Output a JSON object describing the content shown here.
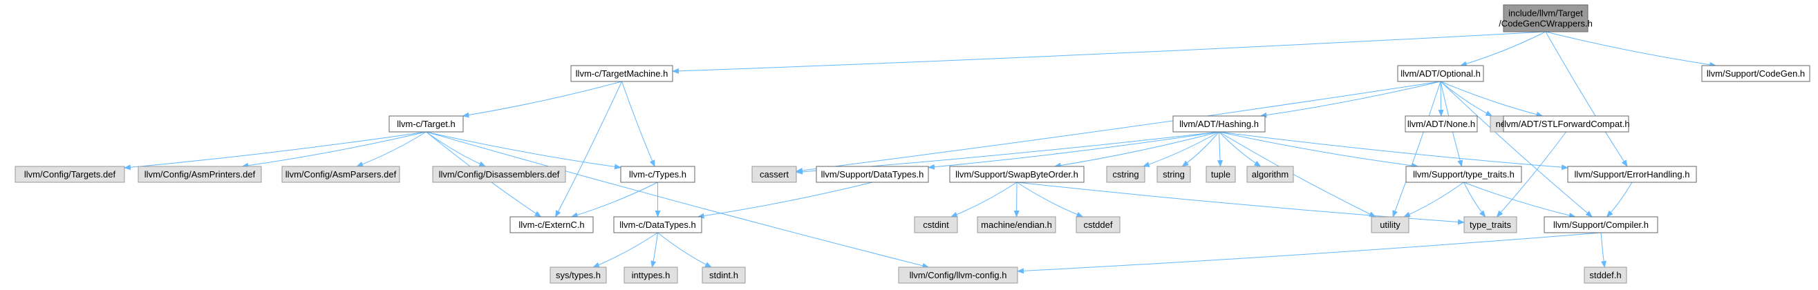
{
  "diagram": {
    "kind": "include-dependency-graph",
    "colors": {
      "root_fill": "#999999",
      "node_fill": "#ffffff",
      "node_border": "#666666",
      "leaf_fill": "#e0e0e0",
      "leaf_border": "#999999",
      "edge": "#63b8ff",
      "text": "#000000"
    },
    "nodes": [
      {
        "id": "root",
        "label": [
          "include/llvm/Target",
          "/CodeGenCWrappers.h"
        ],
        "kind": "root"
      },
      {
        "id": "tm",
        "label": [
          "llvm-c/TargetMachine.h"
        ],
        "kind": "header"
      },
      {
        "id": "opt",
        "label": [
          "llvm/ADT/Optional.h"
        ],
        "kind": "header"
      },
      {
        "id": "codegen",
        "label": [
          "llvm/Support/CodeGen.h"
        ],
        "kind": "header"
      },
      {
        "id": "target",
        "label": [
          "llvm-c/Target.h"
        ],
        "kind": "header"
      },
      {
        "id": "hashing",
        "label": [
          "llvm/ADT/Hashing.h"
        ],
        "kind": "header"
      },
      {
        "id": "none",
        "label": [
          "llvm/ADT/None.h"
        ],
        "kind": "header"
      },
      {
        "id": "new",
        "label": [
          "new"
        ],
        "kind": "system"
      },
      {
        "id": "stlfwd",
        "label": [
          "llvm/ADT/STLForwardCompat.h"
        ],
        "kind": "header"
      },
      {
        "id": "targetsdef",
        "label": [
          "llvm/Config/Targets.def"
        ],
        "kind": "system"
      },
      {
        "id": "asmprinters",
        "label": [
          "llvm/Config/AsmPrinters.def"
        ],
        "kind": "system"
      },
      {
        "id": "asmparsers",
        "label": [
          "llvm/Config/AsmParsers.def"
        ],
        "kind": "system"
      },
      {
        "id": "disasm",
        "label": [
          "llvm/Config/Disassemblers.def"
        ],
        "kind": "system"
      },
      {
        "id": "types",
        "label": [
          "llvm-c/Types.h"
        ],
        "kind": "header"
      },
      {
        "id": "cassert",
        "label": [
          "cassert"
        ],
        "kind": "system"
      },
      {
        "id": "datatypes",
        "label": [
          "llvm/Support/DataTypes.h"
        ],
        "kind": "header"
      },
      {
        "id": "swap",
        "label": [
          "llvm/Support/SwapByteOrder.h"
        ],
        "kind": "header"
      },
      {
        "id": "cstring",
        "label": [
          "cstring"
        ],
        "kind": "system"
      },
      {
        "id": "string",
        "label": [
          "string"
        ],
        "kind": "system"
      },
      {
        "id": "tuple",
        "label": [
          "tuple"
        ],
        "kind": "system"
      },
      {
        "id": "algorithm",
        "label": [
          "algorithm"
        ],
        "kind": "system"
      },
      {
        "id": "typetraits",
        "label": [
          "llvm/Support/type_traits.h"
        ],
        "kind": "header"
      },
      {
        "id": "errorh",
        "label": [
          "llvm/Support/ErrorHandling.h"
        ],
        "kind": "header"
      },
      {
        "id": "externc",
        "label": [
          "llvm-c/ExternC.h"
        ],
        "kind": "header"
      },
      {
        "id": "cdatatypes",
        "label": [
          "llvm-c/DataTypes.h"
        ],
        "kind": "header"
      },
      {
        "id": "cstdint",
        "label": [
          "cstdint"
        ],
        "kind": "system"
      },
      {
        "id": "endian",
        "label": [
          "machine/endian.h"
        ],
        "kind": "system"
      },
      {
        "id": "cstddef",
        "label": [
          "cstddef"
        ],
        "kind": "system"
      },
      {
        "id": "utility",
        "label": [
          "utility"
        ],
        "kind": "system"
      },
      {
        "id": "stdtypetraits",
        "label": [
          "type_traits"
        ],
        "kind": "system"
      },
      {
        "id": "compiler",
        "label": [
          "llvm/Support/Compiler.h"
        ],
        "kind": "header"
      },
      {
        "id": "systypes",
        "label": [
          "sys/types.h"
        ],
        "kind": "system"
      },
      {
        "id": "inttypes",
        "label": [
          "inttypes.h"
        ],
        "kind": "system"
      },
      {
        "id": "stdint",
        "label": [
          "stdint.h"
        ],
        "kind": "system"
      },
      {
        "id": "llvmconfig",
        "label": [
          "llvm/Config/llvm-config.h"
        ],
        "kind": "system"
      },
      {
        "id": "stddef",
        "label": [
          "stddef.h"
        ],
        "kind": "system"
      }
    ],
    "edges": [
      {
        "from": "root",
        "to": "tm"
      },
      {
        "from": "root",
        "to": "opt"
      },
      {
        "from": "root",
        "to": "codegen"
      },
      {
        "from": "root",
        "to": "errorh"
      },
      {
        "from": "tm",
        "to": "target"
      },
      {
        "from": "tm",
        "to": "externc"
      },
      {
        "from": "tm",
        "to": "types"
      },
      {
        "from": "target",
        "to": "targetsdef"
      },
      {
        "from": "target",
        "to": "asmprinters"
      },
      {
        "from": "target",
        "to": "asmparsers"
      },
      {
        "from": "target",
        "to": "disasm"
      },
      {
        "from": "target",
        "to": "types"
      },
      {
        "from": "target",
        "to": "externc"
      },
      {
        "from": "target",
        "to": "llvmconfig"
      },
      {
        "from": "types",
        "to": "externc"
      },
      {
        "from": "types",
        "to": "cdatatypes"
      },
      {
        "from": "cdatatypes",
        "to": "systypes"
      },
      {
        "from": "cdatatypes",
        "to": "inttypes"
      },
      {
        "from": "cdatatypes",
        "to": "stdint"
      },
      {
        "from": "datatypes",
        "to": "cdatatypes"
      },
      {
        "from": "opt",
        "to": "hashing"
      },
      {
        "from": "opt",
        "to": "none"
      },
      {
        "from": "opt",
        "to": "new"
      },
      {
        "from": "opt",
        "to": "stlfwd"
      },
      {
        "from": "opt",
        "to": "cassert"
      },
      {
        "from": "opt",
        "to": "typetraits"
      },
      {
        "from": "opt",
        "to": "utility"
      },
      {
        "from": "opt",
        "to": "compiler"
      },
      {
        "from": "hashing",
        "to": "cassert"
      },
      {
        "from": "hashing",
        "to": "datatypes"
      },
      {
        "from": "hashing",
        "to": "swap"
      },
      {
        "from": "hashing",
        "to": "cstring"
      },
      {
        "from": "hashing",
        "to": "string"
      },
      {
        "from": "hashing",
        "to": "tuple"
      },
      {
        "from": "hashing",
        "to": "algorithm"
      },
      {
        "from": "hashing",
        "to": "typetraits"
      },
      {
        "from": "hashing",
        "to": "errorh"
      },
      {
        "from": "hashing",
        "to": "utility"
      },
      {
        "from": "swap",
        "to": "cstdint"
      },
      {
        "from": "swap",
        "to": "endian"
      },
      {
        "from": "swap",
        "to": "cstddef"
      },
      {
        "from": "swap",
        "to": "stdtypetraits"
      },
      {
        "from": "stlfwd",
        "to": "stdtypetraits"
      },
      {
        "from": "typetraits",
        "to": "utility"
      },
      {
        "from": "typetraits",
        "to": "stdtypetraits"
      },
      {
        "from": "typetraits",
        "to": "compiler"
      },
      {
        "from": "errorh",
        "to": "compiler"
      },
      {
        "from": "compiler",
        "to": "llvmconfig"
      },
      {
        "from": "compiler",
        "to": "stddef"
      }
    ]
  }
}
